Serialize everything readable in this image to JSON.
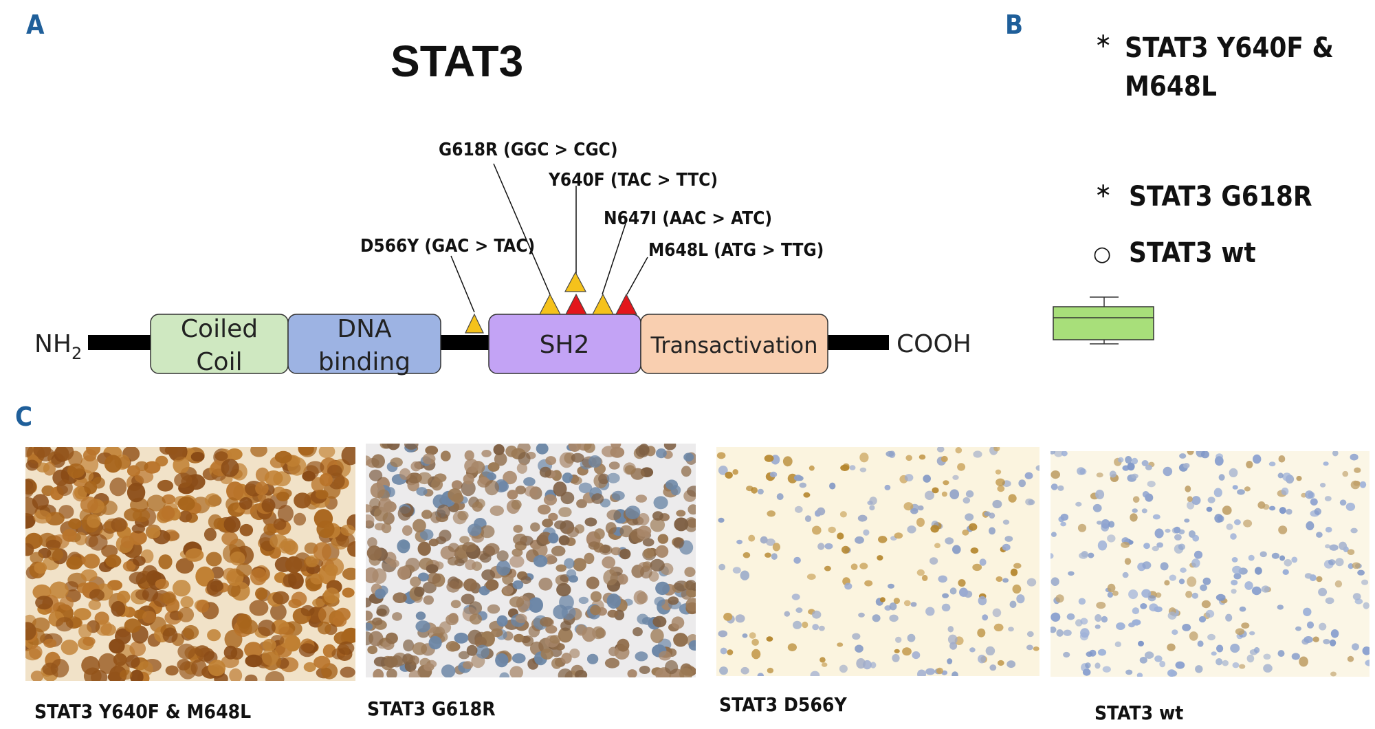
{
  "panels": {
    "a": "A",
    "b": "B",
    "c": "C"
  },
  "protein": {
    "title": "STAT3",
    "n_term": "NH",
    "n_term_sub": "2",
    "c_term": "COOH",
    "domains": [
      {
        "line1": "Coiled",
        "line2": "Coil",
        "color": "#cfe8c1"
      },
      {
        "line1": "DNA",
        "line2": "binding",
        "color": "#9db3e3"
      },
      {
        "line1": "SH2",
        "line2": "",
        "color": "#c3a3f5"
      },
      {
        "line1": "Transactivation",
        "line2": "",
        "color": "#f9cfb0"
      }
    ]
  },
  "mutations": [
    {
      "label": "D566Y (GAC > TAC)",
      "color": "#f5c21b"
    },
    {
      "label": "G618R (GGC > CGC)",
      "color": "#f5c21b"
    },
    {
      "label": "Y640F (TAC > TTC)",
      "color": "#f5c21b"
    },
    {
      "label": "N647I (AAC > ATC)",
      "color": "#f5c21b"
    },
    {
      "label": "M648L (ATG > TTG)",
      "color": "#e3161b"
    }
  ],
  "legend": {
    "items": [
      {
        "symbol": "∗",
        "line1": "STAT3 Y640F &",
        "line2": "M648L"
      },
      {
        "symbol": "∗",
        "line1": "STAT3 G618R",
        "line2": ""
      },
      {
        "symbol": "○",
        "line1": "STAT3 wt",
        "line2": ""
      }
    ],
    "box_color": "#a8df7a"
  },
  "micrographs": [
    {
      "caption": "STAT3 Y640F & M648L",
      "background": "#f1e2c8",
      "stain": "strong-brown"
    },
    {
      "caption": "STAT3 G618R",
      "background": "#ecebec",
      "stain": "moderate-brown"
    },
    {
      "caption": "STAT3 D566Y",
      "background": "#fbf4df",
      "stain": "weak-mixed"
    },
    {
      "caption": "STAT3 wt",
      "background": "#fbf6e6",
      "stain": "weak-blue"
    }
  ]
}
